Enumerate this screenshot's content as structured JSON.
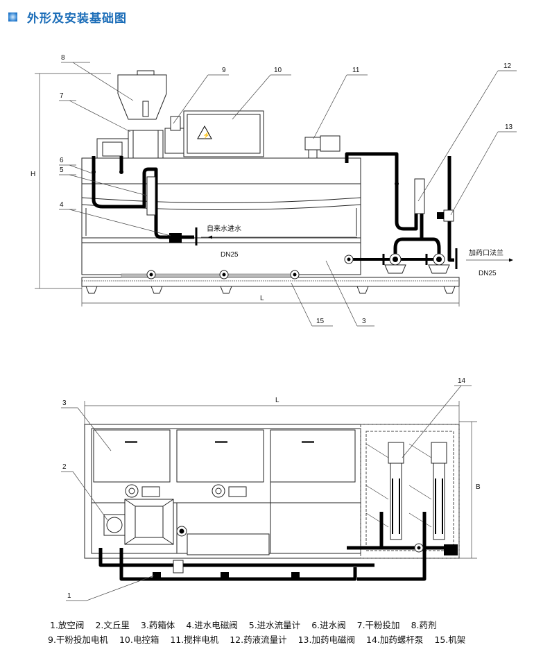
{
  "title": "外形及安装基础图",
  "colors": {
    "title": "#1b6db8",
    "line": "#222222",
    "pipe": "#000000"
  },
  "elevation": {
    "part_labels": [
      "8",
      "9",
      "10",
      "11",
      "12",
      "13",
      "7",
      "6",
      "5",
      "4",
      "15",
      "3"
    ],
    "dim_h": "H",
    "dim_l": "L",
    "water_inlet": "自来水进水",
    "inlet_size": "DN25",
    "outlet": "加药口法兰",
    "outlet_size": "DN25"
  },
  "plan": {
    "part_labels": [
      "3",
      "2",
      "1",
      "14"
    ],
    "dim_l": "L",
    "dim_b": "B"
  },
  "legend": {
    "row1": [
      "1.放空阀",
      "2.文丘里",
      "3.药箱体",
      "4.进水电磁阀",
      "5.进水流量计",
      "6.进水阀",
      "7.干粉投加",
      "8.药剂"
    ],
    "row2": [
      "9.干粉投加电机",
      "10.电控箱",
      "11.搅拌电机",
      "12.药液流量计",
      "13.加药电磁阀",
      "14.加药螺杆泵",
      "15.机架"
    ]
  }
}
